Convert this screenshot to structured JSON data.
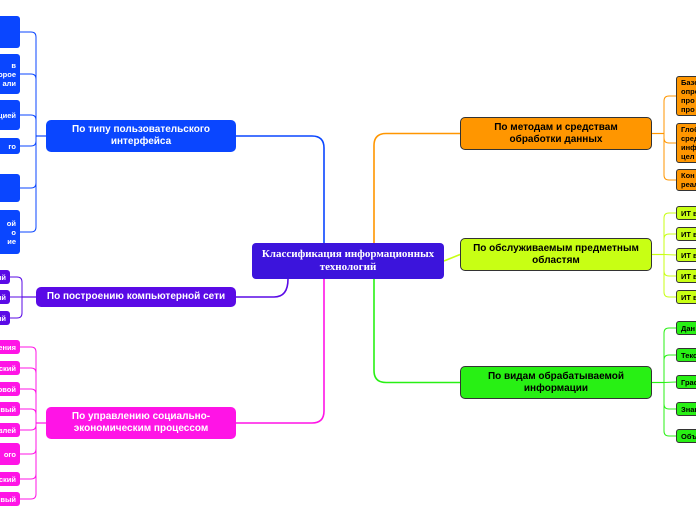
{
  "central": {
    "title": "Классификация информационных технологий",
    "color": "#3c14dc"
  },
  "branches": [
    {
      "label": "По типу пользовательского интерфейса",
      "color": "#0a46ff",
      "leaves": [
        "",
        "в\nорое\nали",
        "щией",
        "го",
        "",
        "ой\nо\nие"
      ]
    },
    {
      "label": "По построению компьютерной сети",
      "color": "#5a0ae6",
      "leaves": [
        "ый",
        "ый",
        "ый"
      ]
    },
    {
      "label": "По управлению социально-экономическим процессом",
      "color": "#ff14e6",
      "leaves": [
        "ения",
        "ский",
        "овой",
        "вый",
        "влей",
        "ого",
        "ский",
        "вый"
      ]
    },
    {
      "label": "По методам и средствам обработки данных",
      "color": "#ff9600",
      "leaves": [
        "Базо\nопре\nпро\nпро",
        "Глоб\nсред\nинф\nцел",
        "Кон\nреал"
      ]
    },
    {
      "label": "По обслуживаемым предметным областям",
      "color": "#c8ff14",
      "leaves": [
        "ИТ в",
        "ИТ в",
        "ИТ в",
        "ИТ в",
        "ИТ в"
      ]
    },
    {
      "label": "По видам обрабатываемой информации",
      "color": "#28f014",
      "leaves": [
        "Дан",
        "Текс",
        "Граф",
        "Знан",
        "Объ"
      ]
    }
  ]
}
